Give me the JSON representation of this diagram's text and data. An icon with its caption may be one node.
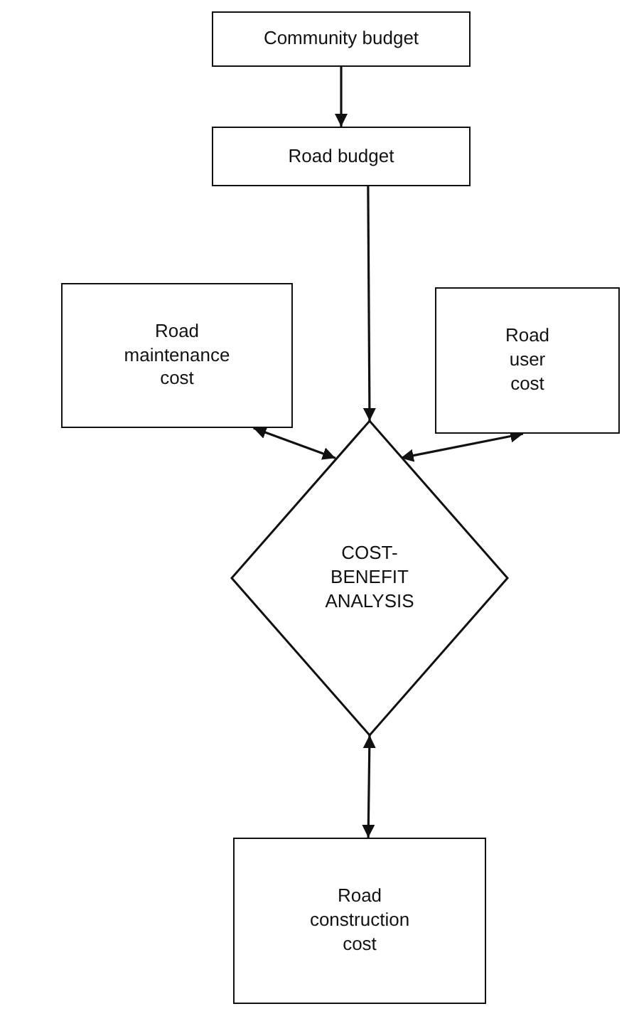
{
  "diagram": {
    "nodes": [
      {
        "text": [
          "Community budget"
        ]
      },
      {
        "text": [
          "Road budget"
        ]
      },
      {
        "text": [
          "Road maintenance cost"
        ]
      },
      {
        "text": [
          "Road user cost"
        ]
      },
      {
        "text": [
          "COST- BENEFIT ANALYSIS"
        ]
      },
      {
        "text": [
          "Road construction cost"
        ]
      }
    ],
    "edges": [
      {
        "from": 0,
        "to": 1,
        "arrow": "to"
      },
      {
        "from": 1,
        "to": 4,
        "arrow": "to"
      },
      {
        "from": 2,
        "to": 4,
        "arrow": "both"
      },
      {
        "from": 3,
        "to": 4,
        "arrow": "both"
      },
      {
        "from": 4,
        "to": 5,
        "arrow": "both"
      }
    ]
  }
}
